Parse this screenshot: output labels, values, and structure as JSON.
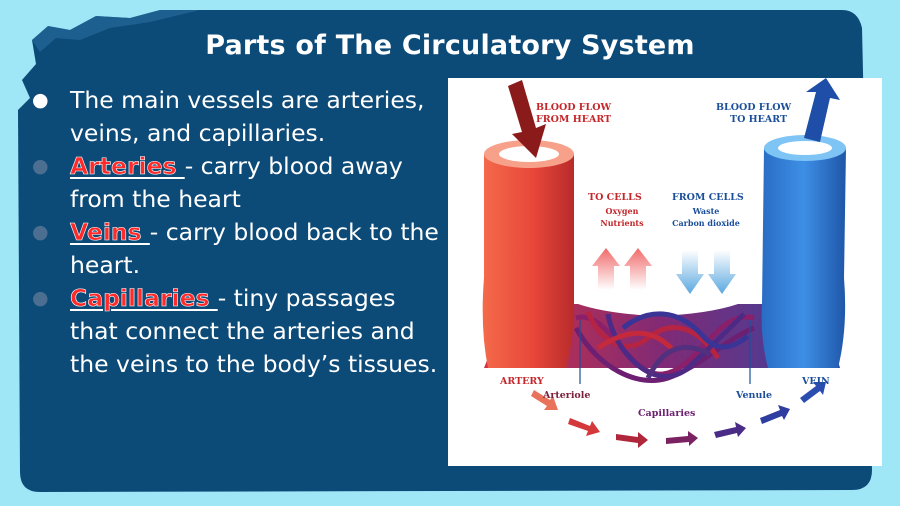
{
  "slide": {
    "title": "Parts of The Circulatory System",
    "bullets": [
      {
        "term": "",
        "text": "The main vessels are arteries, veins, and capillaries."
      },
      {
        "term": "Arteries ",
        "text": " - carry blood away from the heart"
      },
      {
        "term": "Veins ",
        "text": "- carry blood back to the heart."
      },
      {
        "term": "Capillaries ",
        "text": " - tiny passages that connect the arteries and the veins to the body’s tissues."
      }
    ]
  },
  "diagram": {
    "blood_flow_from_heart": [
      "BLOOD FLOW",
      "FROM HEART"
    ],
    "blood_flow_to_heart": [
      "BLOOD FLOW",
      "TO HEART"
    ],
    "to_cells": "TO CELLS",
    "to_cells_items": [
      "Oxygen",
      "Nutrients"
    ],
    "from_cells": "FROM CELLS",
    "from_cells_items": [
      "Waste",
      "Carbon dioxide"
    ],
    "artery": "ARTERY",
    "arteriole": "Arteriole",
    "capillaries": "Capillaries",
    "venule": "Venule",
    "vein": "VEIN"
  },
  "colors": {
    "panel": "#0c4a78",
    "background": "#9fe6f7",
    "term": "#ff2b2b",
    "artery": "#e8473a",
    "vein": "#2f7fd8",
    "label_red": "#c4262a",
    "label_blue": "#1b4f9a"
  }
}
